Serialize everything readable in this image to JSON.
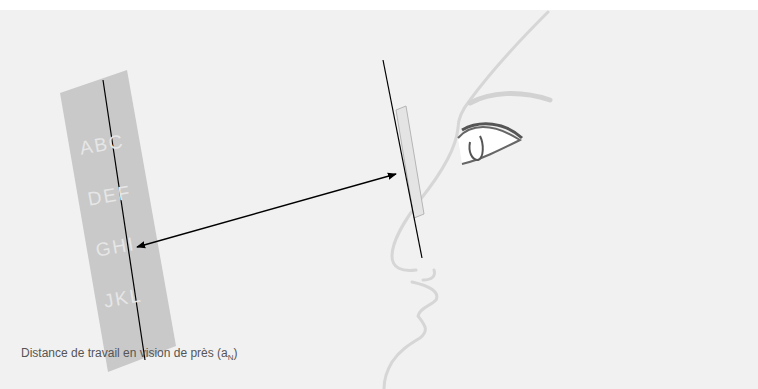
{
  "diagram": {
    "caption": "Distance de travail en vision de près (aN)",
    "labels": [
      "ABC",
      "DEF",
      "GHI",
      "JKL"
    ]
  }
}
